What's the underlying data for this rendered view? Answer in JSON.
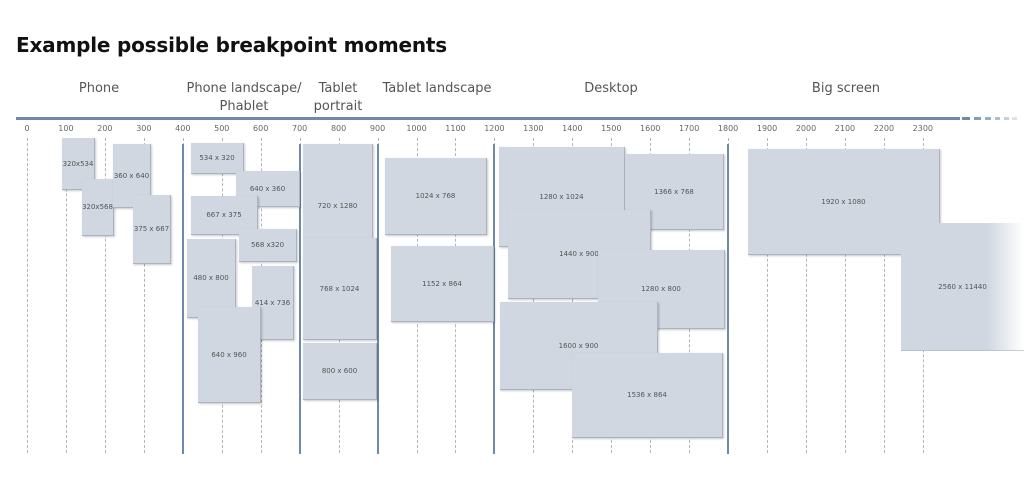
{
  "title": "Example possible breakpoint moments",
  "categories": [
    {
      "label": "Phone"
    },
    {
      "label": "Phone landscape/ Phablet"
    },
    {
      "label": "Tablet portrait"
    },
    {
      "label": "Tablet landscape"
    },
    {
      "label": "Desktop"
    },
    {
      "label": "Big screen"
    }
  ],
  "ticks": [
    "0",
    "100",
    "200",
    "300",
    "400",
    "500",
    "600",
    "700",
    "800",
    "900",
    "1000",
    "1100",
    "1200",
    "1300",
    "1400",
    "1500",
    "1600",
    "1700",
    "1800",
    "1900",
    "2000",
    "2100",
    "2200",
    "2300"
  ],
  "breakpoints": [
    400,
    700,
    900,
    1200,
    1800
  ],
  "resolutions": [
    {
      "label": "320x534"
    },
    {
      "label": "320x568"
    },
    {
      "label": "360 x 640"
    },
    {
      "label": "375 x 667"
    },
    {
      "label": "534 x 320"
    },
    {
      "label": "640 x 360"
    },
    {
      "label": "667 x 375"
    },
    {
      "label": "568 x320"
    },
    {
      "label": "480 x 800"
    },
    {
      "label": "414 x 736"
    },
    {
      "label": "640 x 960"
    },
    {
      "label": "720 x 1280"
    },
    {
      "label": "768 x 1024"
    },
    {
      "label": "800 x 600"
    },
    {
      "label": "1024 x 768"
    },
    {
      "label": "1152 x 864"
    },
    {
      "label": "1280 x 1024"
    },
    {
      "label": "1366 x 768"
    },
    {
      "label": "1440 x 900"
    },
    {
      "label": "1280 x 800"
    },
    {
      "label": "1600 x 900"
    },
    {
      "label": "1536 x 864"
    },
    {
      "label": "1920 x 1080"
    },
    {
      "label": "2560 x 11440"
    }
  ]
}
